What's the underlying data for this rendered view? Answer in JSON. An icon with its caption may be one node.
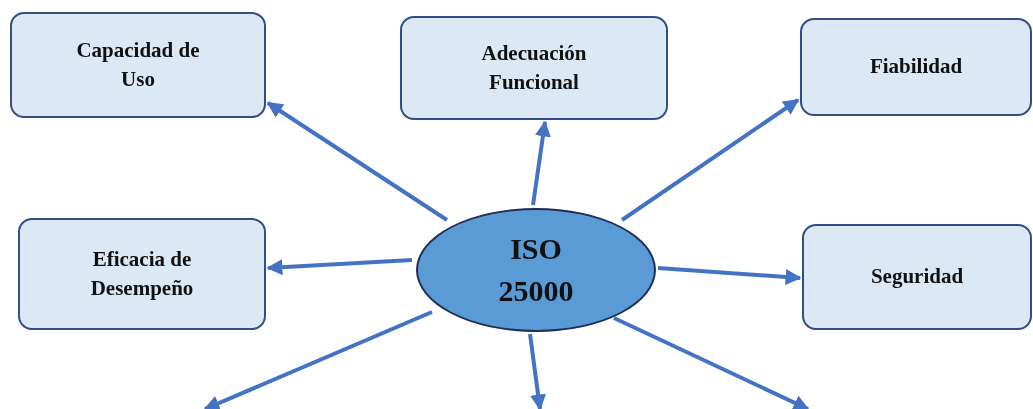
{
  "diagram": {
    "nodes": [
      {
        "text": [
          "Capacidad de Uso"
        ]
      },
      {
        "text": [
          "Adecuación Funcional"
        ]
      },
      {
        "text": [
          "Fiabilidad"
        ]
      },
      {
        "text": [
          "Eficacia de Desempeño"
        ]
      },
      {
        "text": [
          "ISO 25000"
        ]
      },
      {
        "text": [
          "Seguridad"
        ]
      }
    ],
    "edges": [
      {
        "from": 4,
        "to": 0,
        "arrow": "to"
      },
      {
        "from": 4,
        "to": 1,
        "arrow": "to"
      },
      {
        "from": 4,
        "to": 2,
        "arrow": "to"
      },
      {
        "from": 4,
        "to": 3,
        "arrow": "to"
      },
      {
        "from": 4,
        "to": 5,
        "arrow": "to"
      },
      {
        "from": 4,
        "to": null,
        "arrow": "to"
      },
      {
        "from": 4,
        "to": null,
        "arrow": "to"
      },
      {
        "from": 4,
        "to": null,
        "arrow": "to"
      }
    ]
  }
}
